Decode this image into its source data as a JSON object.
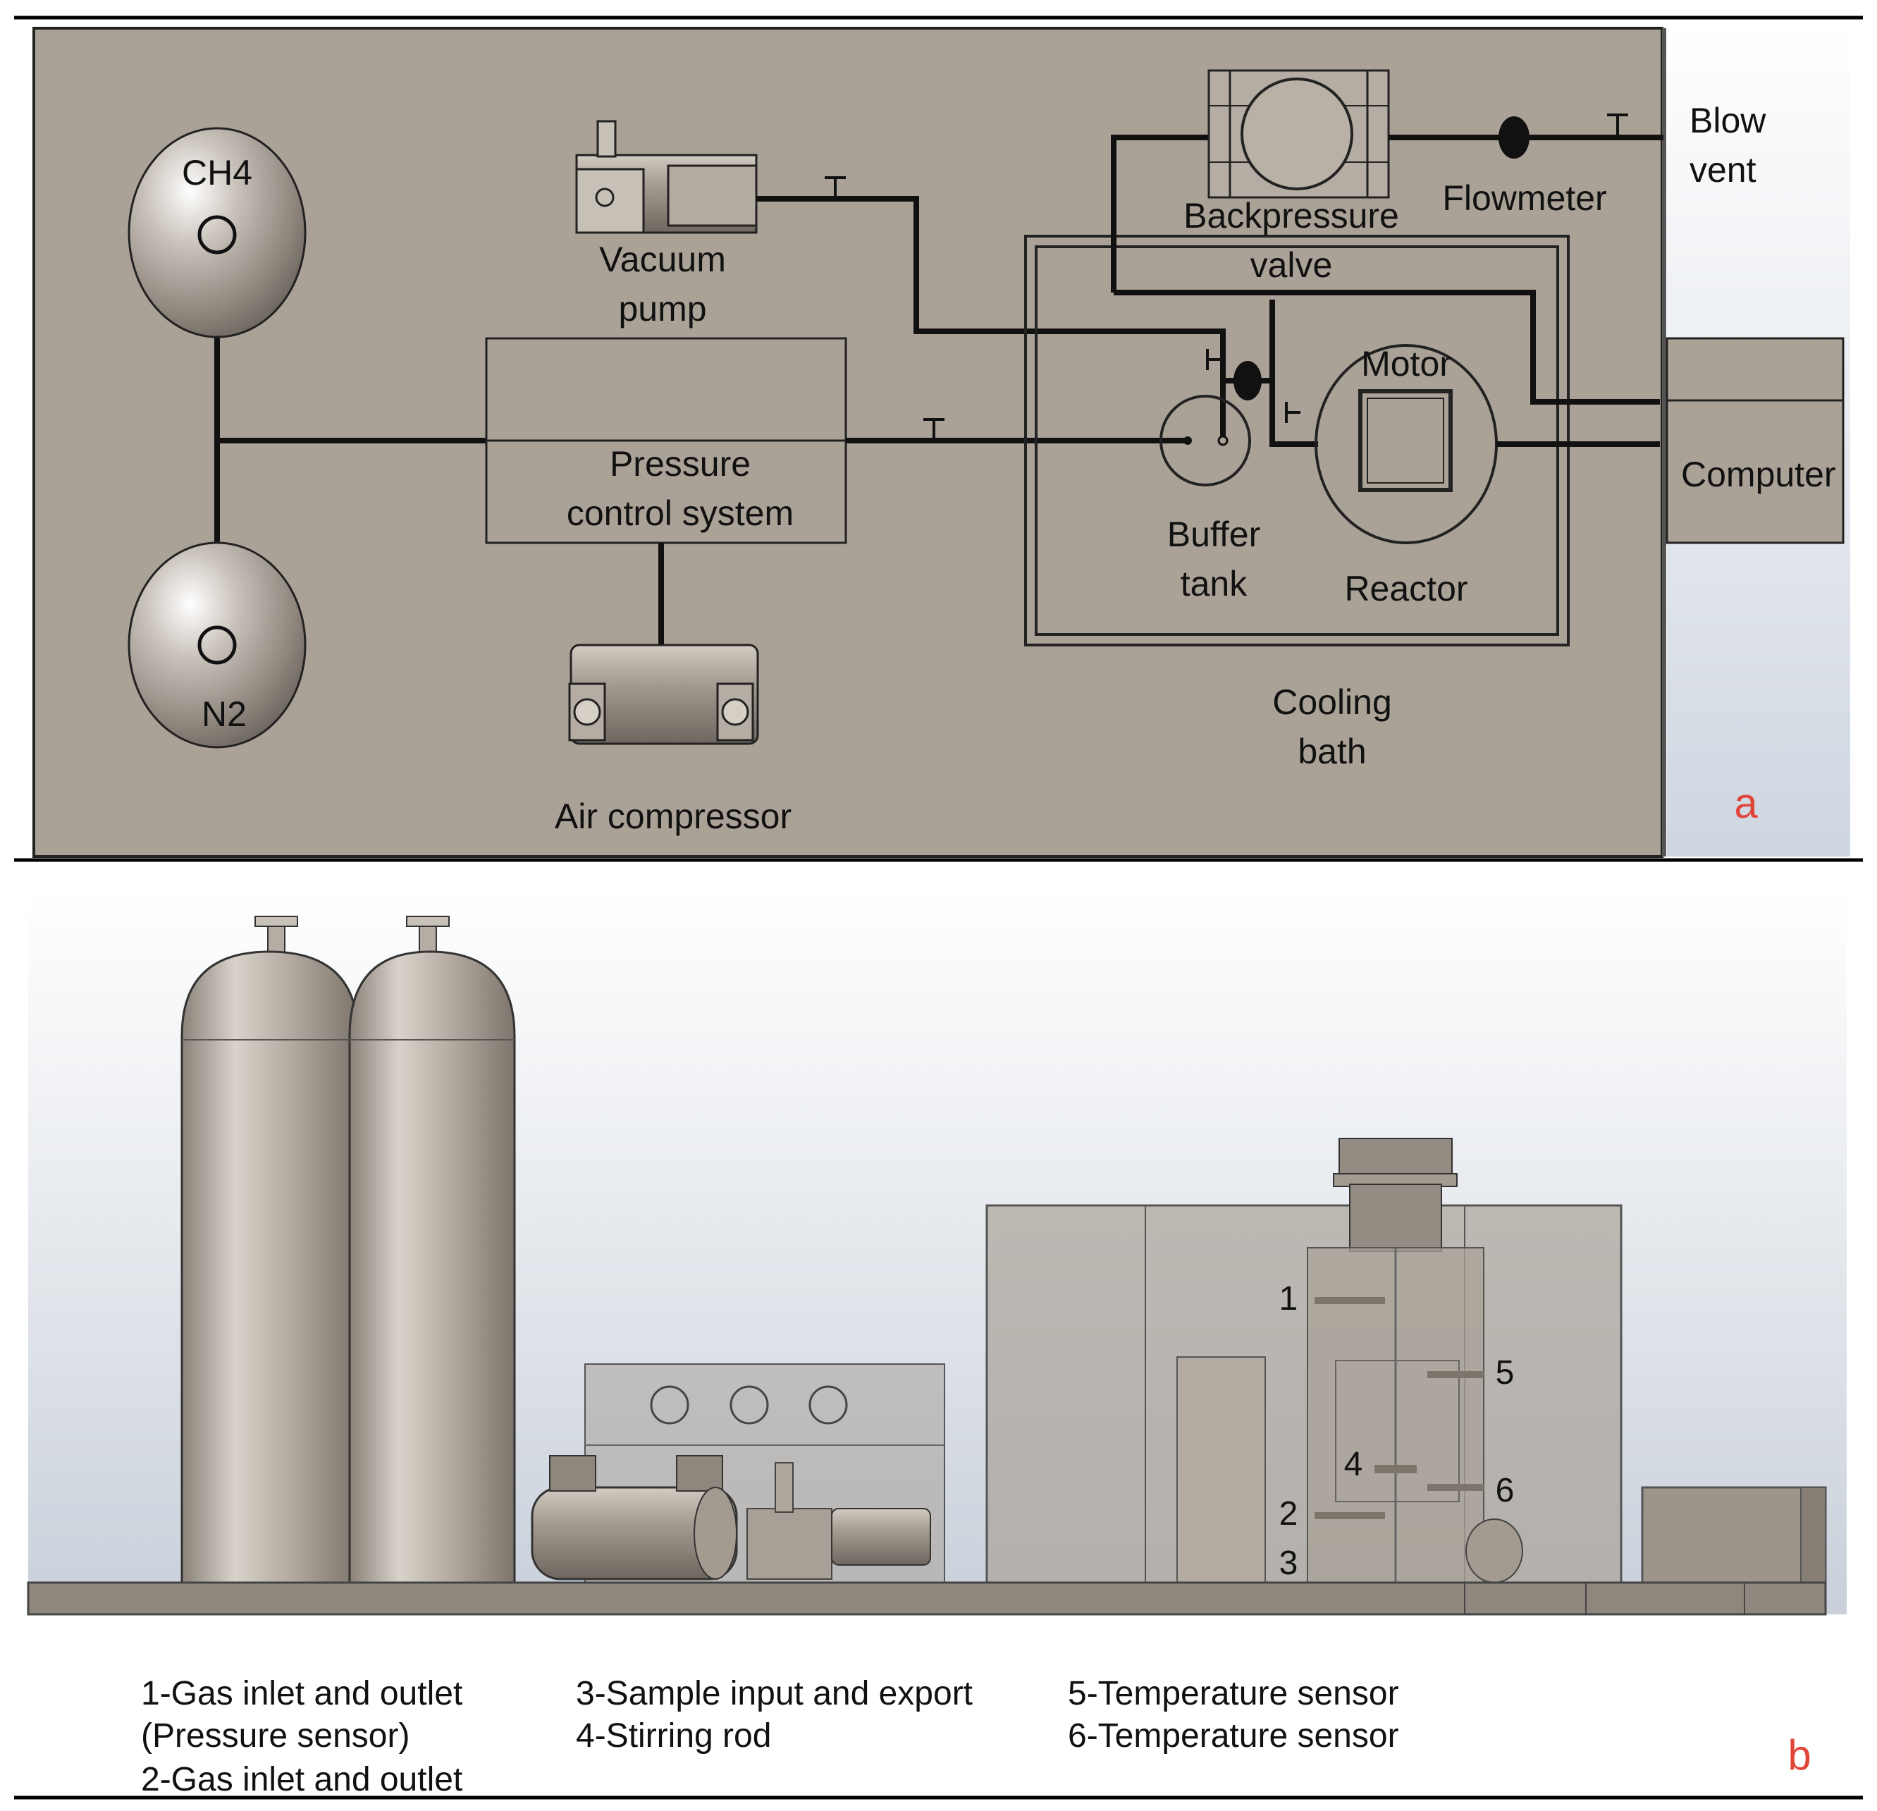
{
  "panel_a": {
    "label": "a",
    "components": {
      "ch4": "CH4",
      "n2": "N2",
      "vacuum_pump": [
        "Vacuum",
        "pump"
      ],
      "pressure_control": [
        "Pressure",
        "control system"
      ],
      "air_compressor": "Air compressor",
      "backpressure_valve": [
        "Backpressure",
        "valve"
      ],
      "flowmeter": "Flowmeter",
      "blow_vent": [
        "Blow",
        "vent"
      ],
      "motor": "Motor",
      "buffer_tank": [
        "Buffer",
        "tank"
      ],
      "reactor": "Reactor",
      "cooling_bath": [
        "Cooling",
        "bath"
      ],
      "computer": "Computer"
    }
  },
  "panel_b": {
    "label": "b",
    "numbers": [
      "1",
      "2",
      "3",
      "4",
      "5",
      "6"
    ],
    "legend": {
      "col1": [
        "1-Gas inlet and outlet",
        "(Pressure sensor)",
        "2-Gas inlet and outlet"
      ],
      "col2": [
        "3-Sample input and export",
        "4-Stirring rod"
      ],
      "col3": [
        "5-Temperature sensor",
        "6-Temperature sensor"
      ]
    }
  },
  "colors": {
    "panel_bg": "#aba297",
    "line": "#111111",
    "label_accent": "#e0453a",
    "metal": "#b9b0a6"
  }
}
